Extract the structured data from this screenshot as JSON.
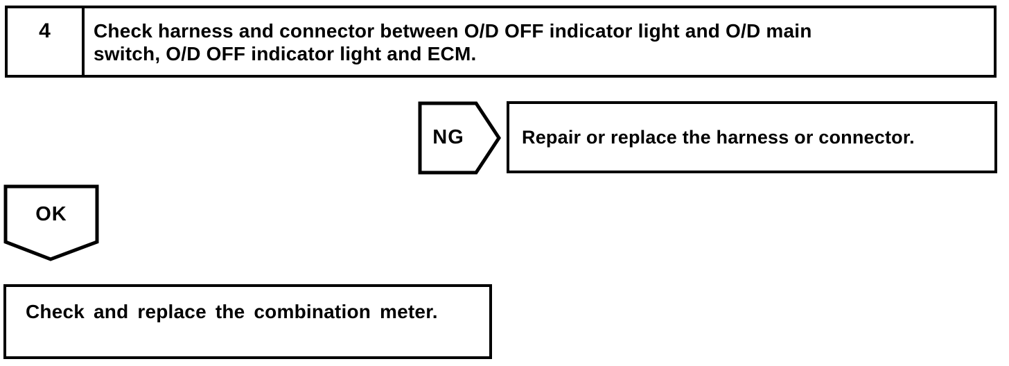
{
  "colors": {
    "ink": "#000000",
    "paper": "#ffffff"
  },
  "flowchart": {
    "step": {
      "number": "4",
      "instruction_lines": [
        "Check harness and connector between O/D OFF indicator light and O/D main",
        "switch, O/D OFF indicator light and ECM."
      ]
    },
    "ng_branch": {
      "label": "NG",
      "action": "Repair or replace the harness or connector."
    },
    "ok_branch": {
      "label": "OK",
      "action": "Check and replace the combination meter."
    }
  }
}
